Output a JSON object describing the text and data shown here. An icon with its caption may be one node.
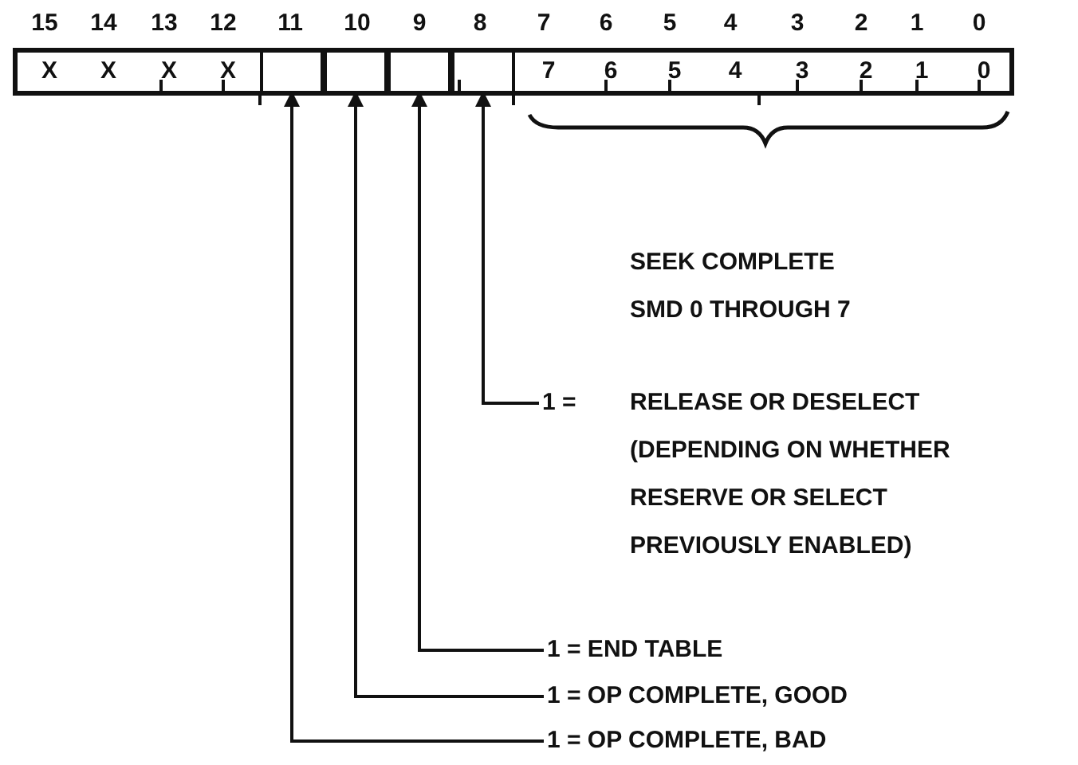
{
  "diagram": {
    "nodes": [
      {
        "text": [],
        "shape": "box"
      },
      {
        "text": [
          "X",
          "X",
          "X",
          "X"
        ],
        "in": 0
      },
      {
        "text": [],
        "shape": "box",
        "in": 0
      },
      {
        "text": [],
        "shape": "box",
        "in": 0
      },
      {
        "text": [],
        "shape": "box",
        "in": 0
      },
      {
        "text": [],
        "shape": "box",
        "in": 0
      },
      {
        "text": [
          "7",
          "6",
          "5",
          "4",
          "3",
          "2",
          "1",
          "0"
        ],
        "in": 0
      },
      {
        "text": [
          "1 =",
          "RELEASE OR DESELECT (DEPENDING ON WHETHER RESERVE OR SELECT PREVIOUSLY ENABLED)"
        ]
      },
      {
        "text": [
          "1 = END TABLE"
        ]
      },
      {
        "text": [
          "1 = OP COMPLETE, GOOD"
        ]
      },
      {
        "text": [
          "1 = OP COMPLETE, BAD"
        ]
      }
    ],
    "edges": [
      {
        "from": 7,
        "to": 5,
        "arrow": "to"
      },
      {
        "from": 8,
        "to": 4,
        "arrow": "to"
      },
      {
        "from": 9,
        "to": 3,
        "arrow": "to"
      },
      {
        "from": 10,
        "to": 2,
        "arrow": "to"
      }
    ],
    "labels": [
      "15",
      "14",
      "13",
      "12",
      "11",
      "10",
      "9",
      "8",
      "7",
      "6",
      "5",
      "4",
      "3",
      "2",
      "1",
      "0",
      "SEEK COMPLETE SMD 0 THROUGH 7"
    ]
  }
}
